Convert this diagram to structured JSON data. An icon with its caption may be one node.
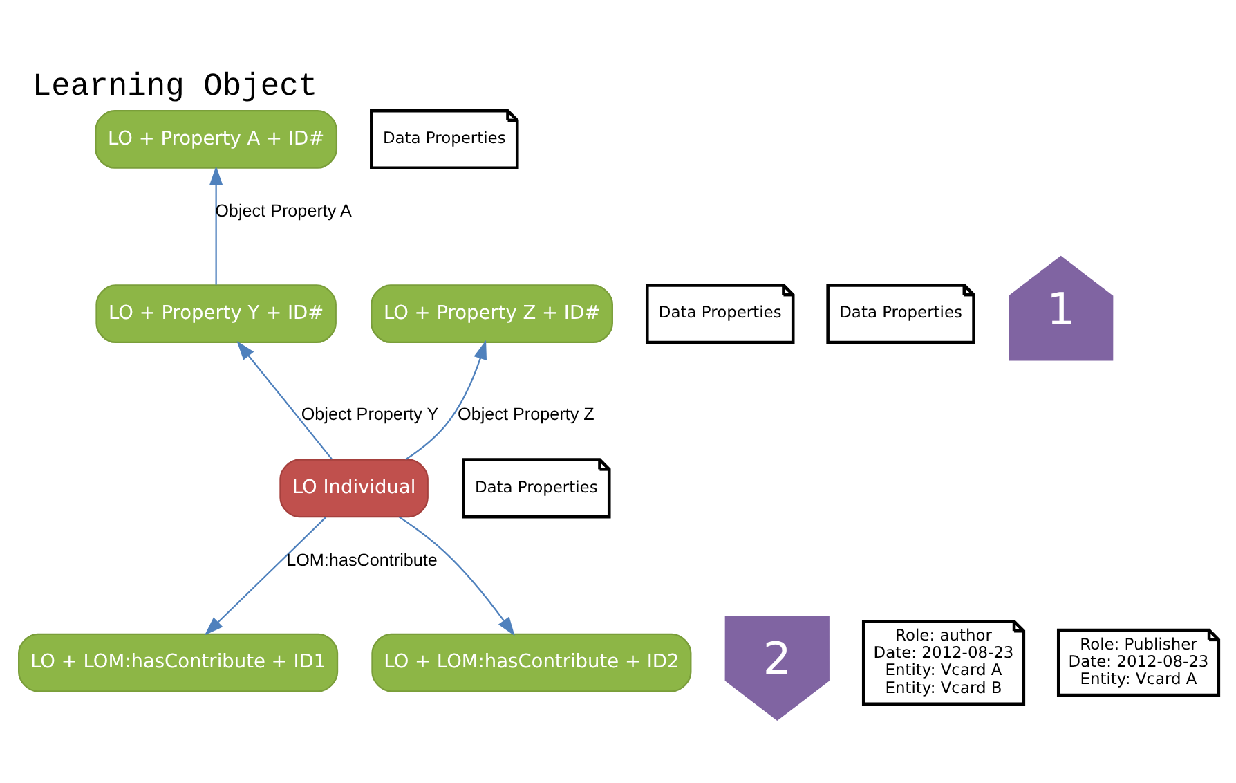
{
  "diagram": {
    "title": "Learning Object",
    "nodes": [
      {
        "text": [
          "LO + Property A + ID#"
        ]
      },
      {
        "text": [
          "Data Properties"
        ]
      },
      {
        "text": [
          "LO + Property Y + ID#"
        ]
      },
      {
        "text": [
          "Data Properties"
        ]
      },
      {
        "text": [
          "LO + Property Z + ID#"
        ]
      },
      {
        "text": [
          "Data Properties"
        ]
      },
      {
        "text": [
          "1"
        ]
      },
      {
        "text": [
          "LO Individual"
        ]
      },
      {
        "text": [
          "Data Properties"
        ]
      },
      {
        "text": [
          "2"
        ]
      },
      {
        "text": [
          "LO + LOM:hasContribute + ID1"
        ]
      },
      {
        "text": [
          "Role: author",
          "Date: 2012-08-23",
          "Entity: Vcard A",
          "Entity: Vcard B"
        ]
      },
      {
        "text": [
          "LO + LOM:hasContribute + ID2"
        ]
      },
      {
        "text": [
          "Role: Publisher",
          "Date: 2012-08-23",
          "Entity: Vcard A"
        ]
      }
    ],
    "edges": [
      {
        "from": 2,
        "to": 0,
        "arrow": "to",
        "label": "Object Property A"
      },
      {
        "from": 7,
        "to": 2,
        "arrow": "to",
        "label": "Object Property Y"
      },
      {
        "from": 7,
        "to": 4,
        "arrow": "to",
        "label": "Object Property Z"
      },
      {
        "from": 7,
        "to": 10,
        "arrow": "to",
        "label": "LOM:hasContribute"
      },
      {
        "from": 7,
        "to": 12,
        "arrow": "to"
      }
    ]
  }
}
